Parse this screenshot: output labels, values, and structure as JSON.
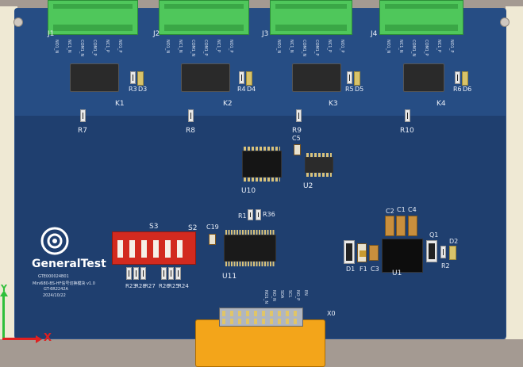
{
  "board": {
    "logo_text": "GeneralTest",
    "info_lines": [
      "GTE000024B01",
      "Mini680-BS-HF信号切换模块 v1.0",
      "GT-6R2242A",
      "2024/10/22"
    ]
  },
  "connectors": {
    "j_labels": [
      "J1",
      "J2",
      "J3",
      "J4"
    ],
    "pin_labels": [
      "NO1_N",
      "NC1_N",
      "COM1_N",
      "COM1_P",
      "NC1_P",
      "NO1_P"
    ],
    "x0_label": "X0",
    "x0_pin_labels": [
      "NO1_N",
      "NO_N",
      "SDA",
      "SCL",
      "NO_P",
      "EN"
    ]
  },
  "relays": [
    "K1",
    "K2",
    "K3",
    "K4"
  ],
  "leds": [
    "D3",
    "D4",
    "D5",
    "D6"
  ],
  "resistors_top": [
    "R3",
    "R4",
    "R5",
    "R6"
  ],
  "resistors_mid": [
    "R7",
    "R8",
    "R9",
    "R10"
  ],
  "ics": {
    "u10": "U10",
    "u2": "U2",
    "u11": "U11",
    "u1": "U1"
  },
  "caps": {
    "c5": "C5",
    "c19": "C19",
    "c1": "C1",
    "c2": "C2",
    "c3": "C3",
    "c4": "C4"
  },
  "misc": {
    "s3": "S3",
    "s2": "S2",
    "r1": "R1",
    "r36": "R36",
    "d1": "D1",
    "f1": "F1",
    "q1": "Q1",
    "d2": "D2",
    "r2": "R2",
    "dip_res": [
      "R23",
      "R28",
      "R27",
      "R26",
      "R25",
      "R24"
    ]
  },
  "axes": {
    "x": "X",
    "y": "Y"
  },
  "colors": {
    "pcb": "#1f3f6f",
    "terminal": "#4fc75b",
    "connector": "#f3a51a",
    "dip": "#d22a1f"
  }
}
